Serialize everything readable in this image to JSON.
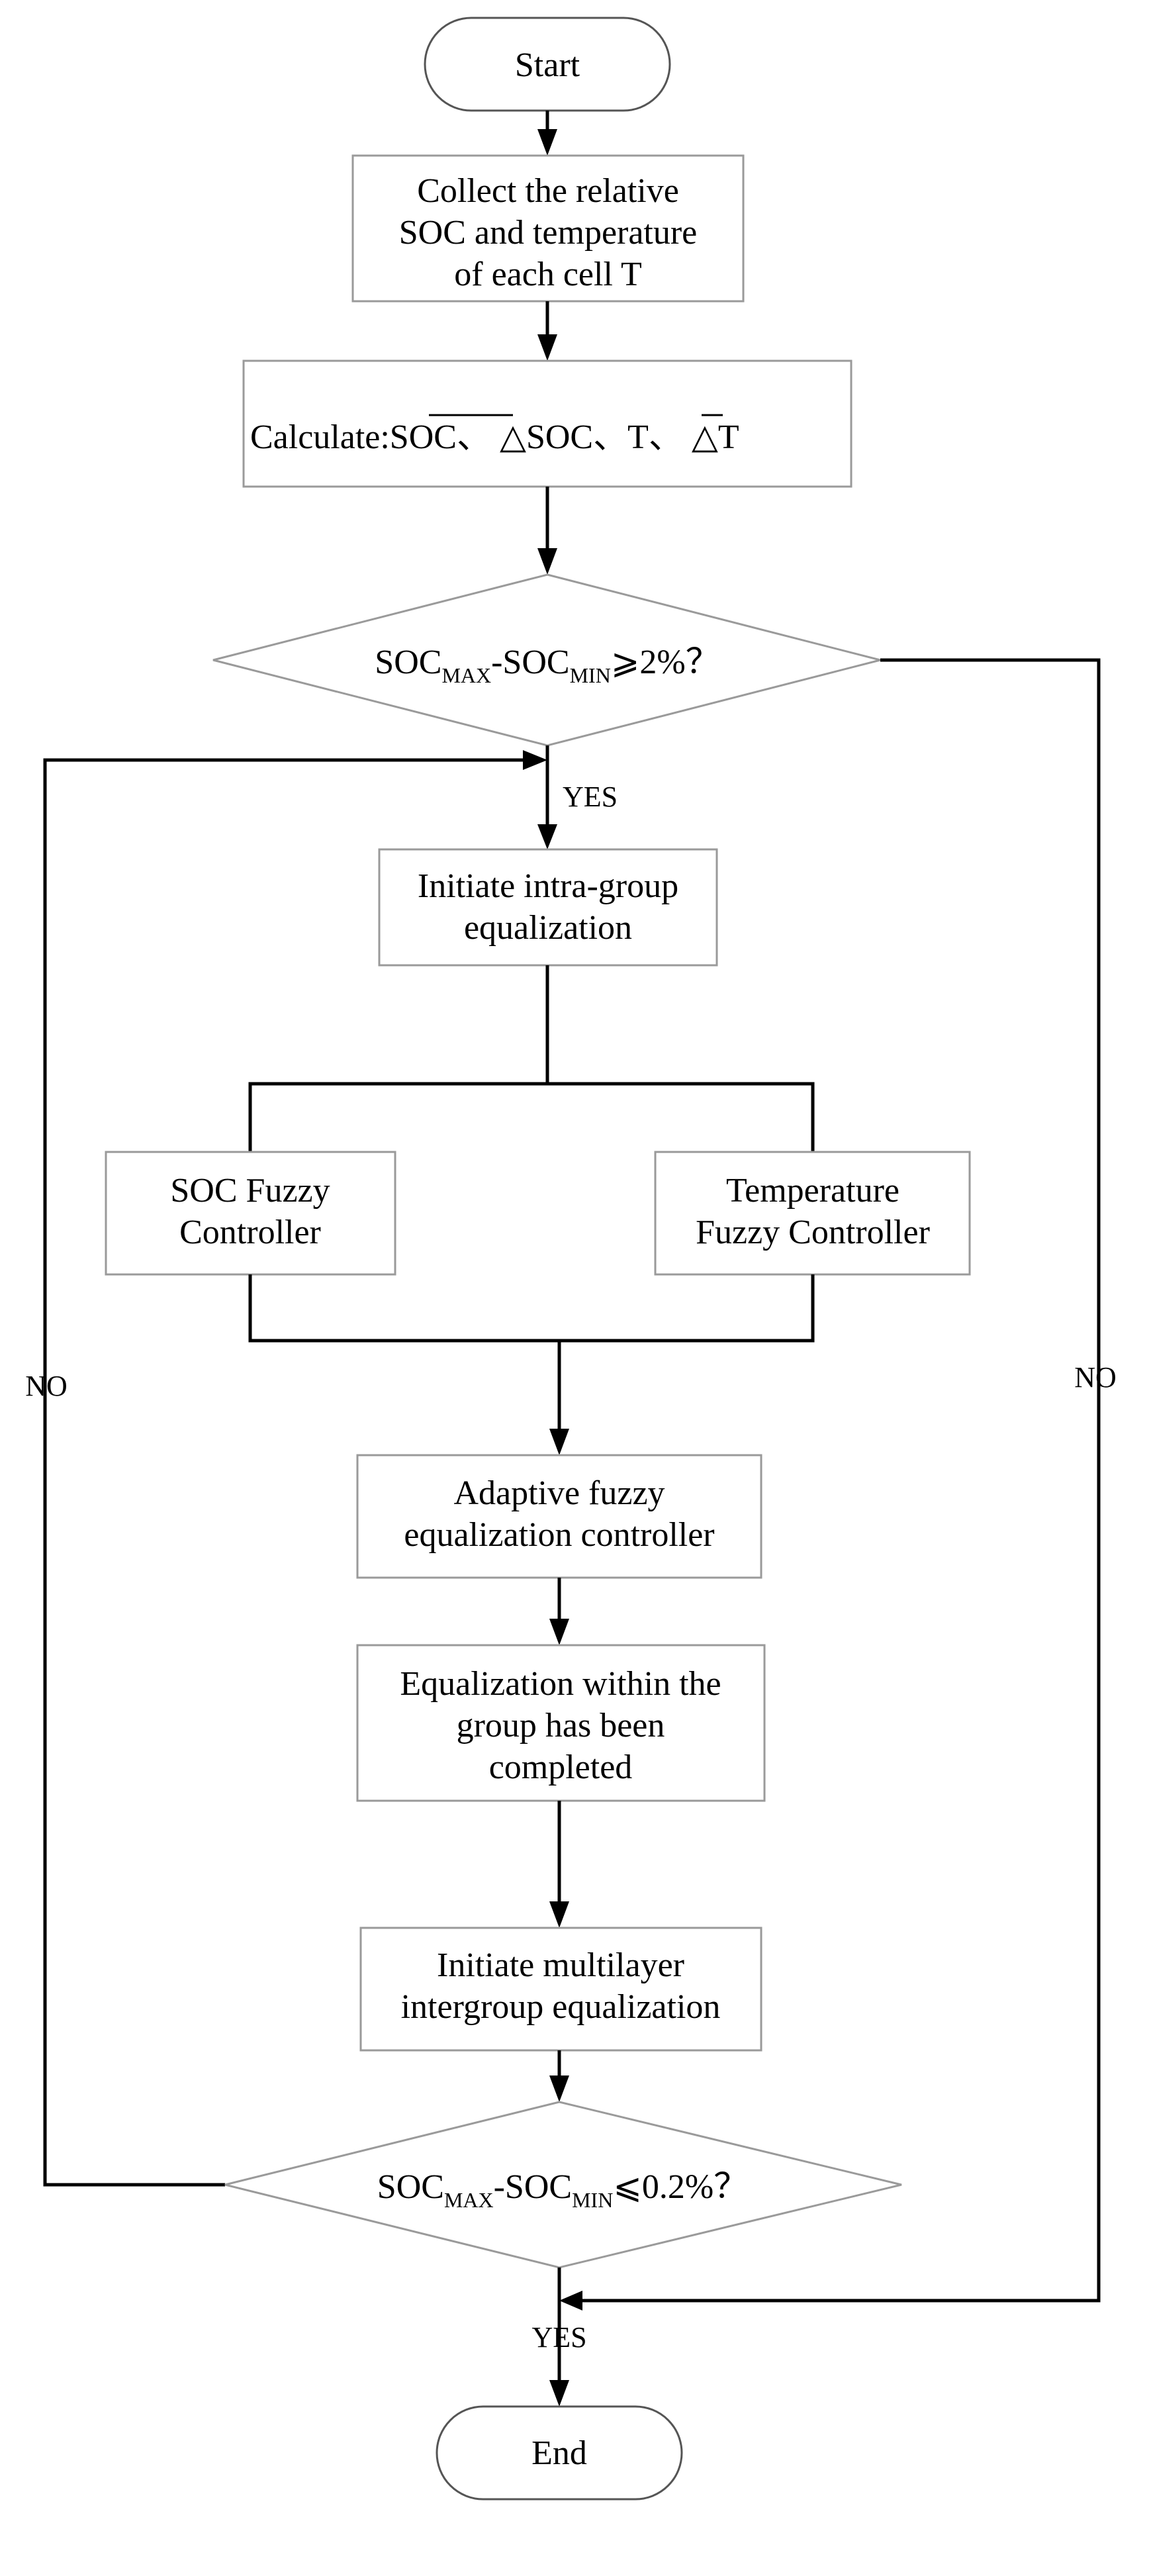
{
  "flowchart": {
    "start": "Start",
    "collect": [
      "Collect the relative",
      "SOC and temperature",
      "of each cell T"
    ],
    "calculate": {
      "prefix": "Calculate:",
      "soc_avg": "SOC",
      "sep1": "、 ",
      "delta_soc": "△SOC",
      "sep2": "、",
      "t_avg": "T",
      "sep3": "、 ",
      "delta_t": "△T"
    },
    "decision1": {
      "soc1": "SOC",
      "sub1": "MAX",
      "minus": "-SOC",
      "sub2": "MIN",
      "rest": "⩾2%？"
    },
    "yes1": "YES",
    "intra": [
      "Initiate intra-group",
      "equalization"
    ],
    "soc_fuzzy": [
      "SOC Fuzzy",
      "Controller"
    ],
    "temp_fuzzy": [
      "Temperature",
      "Fuzzy Controller"
    ],
    "adaptive": [
      "Adaptive fuzzy",
      "equalization controller"
    ],
    "completed": [
      "Equalization within the",
      "group has been",
      "completed"
    ],
    "intergroup": [
      "Initiate multilayer",
      "intergroup equalization"
    ],
    "decision2": {
      "soc1": "SOC",
      "sub1": "MAX",
      "minus": "-SOC",
      "sub2": "MIN",
      "rest": "⩽0.2%？"
    },
    "no_left": "NO",
    "no_right": "NO",
    "yes2": "YES",
    "end": "End"
  }
}
